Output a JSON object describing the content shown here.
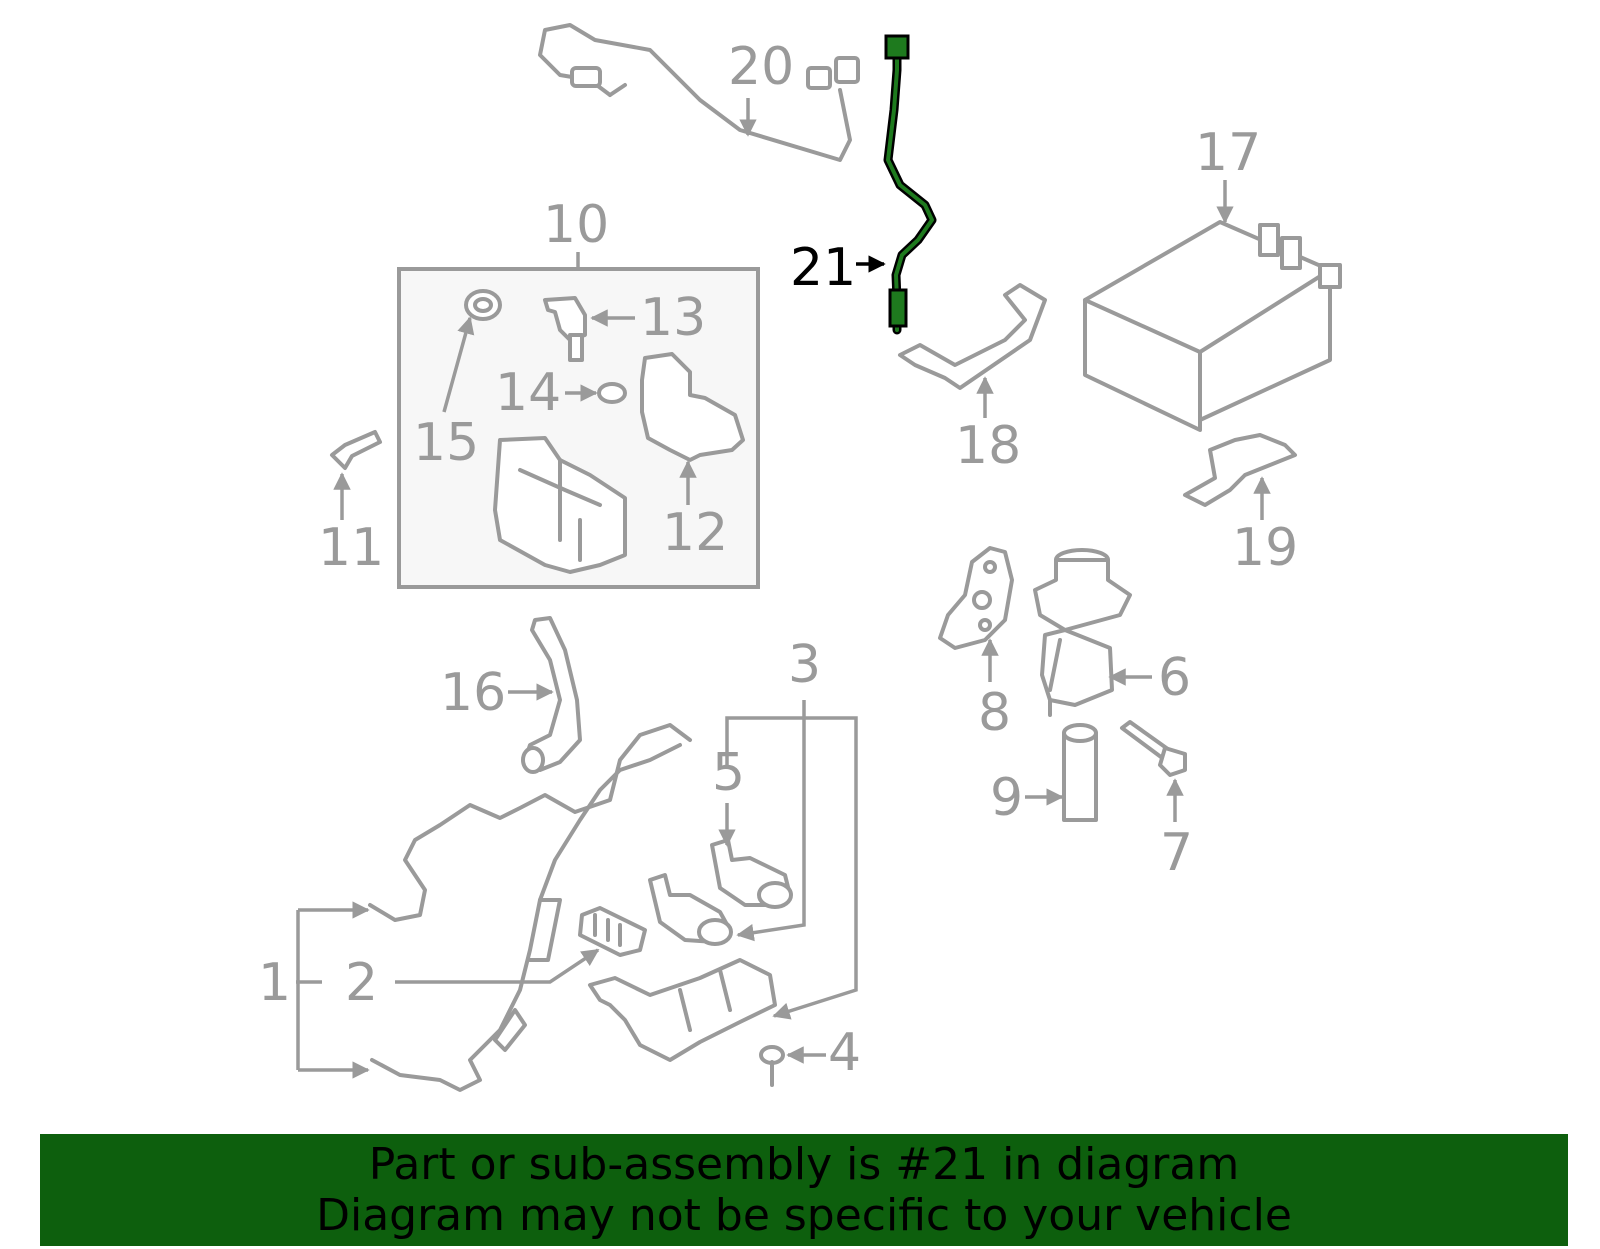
{
  "diagram": {
    "callouts": [
      "1",
      "2",
      "3",
      "4",
      "5",
      "6",
      "7",
      "8",
      "9",
      "10",
      "11",
      "12",
      "13",
      "14",
      "15",
      "16",
      "17",
      "18",
      "19",
      "20",
      "21"
    ],
    "highlighted_callout": "21"
  },
  "banner": {
    "line1": "Part or sub-assembly is #21 in diagram",
    "line2": "Diagram may not be specific to your vehicle",
    "color": "#0d5f0d"
  }
}
